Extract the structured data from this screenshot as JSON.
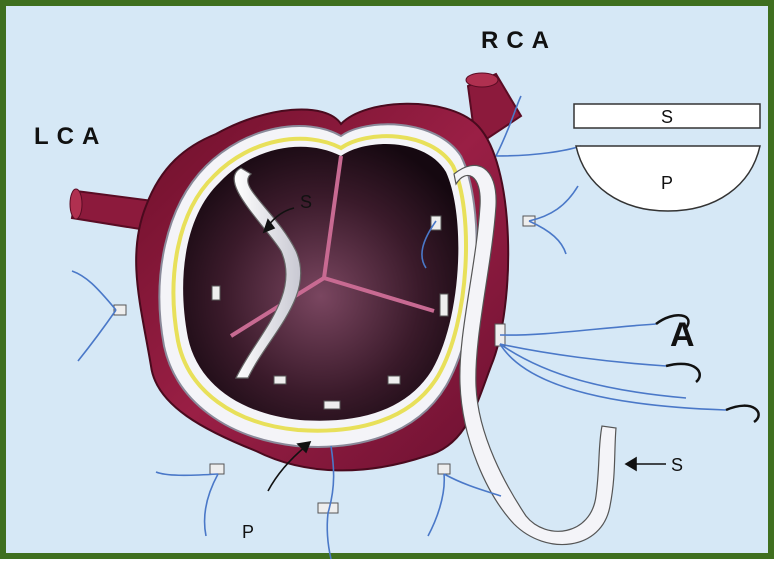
{
  "labels": {
    "lca": "LCA",
    "rca": "RCA",
    "strip_top": "S",
    "strip_mid": "S",
    "strip_tail": "S",
    "pledget_legend": "P",
    "pledget_bottom": "P",
    "suture_set": "A"
  },
  "colors": {
    "frame_border": "#3f6f1f",
    "background": "#d6e8f6",
    "heart_wall": "#8c1a3c",
    "suture": "#4a78c8",
    "ring_yellow": "#e8e05a"
  }
}
